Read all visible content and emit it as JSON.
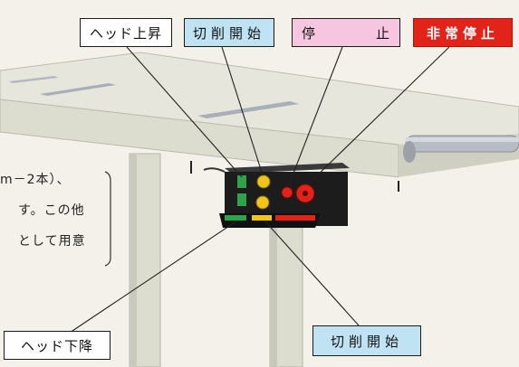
{
  "callouts": {
    "head_up": "ヘッド上昇",
    "cut_start_top": "切削開始",
    "stop_left": "停",
    "stop_right": "止",
    "emergency_stop": "非常停止",
    "head_down": "ヘッド下降",
    "cut_start_bottom": "切削開始"
  },
  "side_text": {
    "line1": "m－2本）、",
    "line2": "す。この他",
    "line3": "として用意"
  },
  "colors": {
    "background": "#f4f1ea",
    "table_top": "#e6e6dc",
    "table_edge": "#d3d3c6",
    "leg": "#dcdccf",
    "control_box": "#1c1c1c",
    "green_button": "#2ea34a",
    "yellow_button": "#f0c419",
    "red_button": "#e2231a",
    "callout_blue": "#bfe3f3",
    "callout_pink": "#f6c6e0",
    "callout_red": "#e2231a"
  },
  "icons": [
    "roller-icon",
    "button-icon",
    "leader-line-icon"
  ]
}
